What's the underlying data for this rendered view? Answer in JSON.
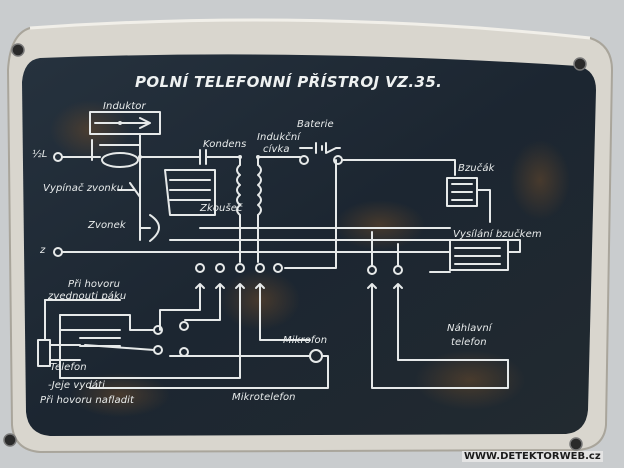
{
  "plate": {
    "title": "POLNÍ TELEFONNÍ PŘÍSTROJ VZ.35.",
    "labels": {
      "induktor": "Induktor",
      "kondens": "Kondens",
      "indukcni_civka_1": "Indukční",
      "indukcni_civka_2": "cívka",
      "baterie": "Baterie",
      "terminal_left": "½L",
      "vypinac_zvonku": "Vypínač zvonku",
      "zkousec": "Zkoušeč",
      "zvonek": "Zvonek",
      "bzucak": "Bzučák",
      "vysilani_bzuckem": "Vysílání bzučkem",
      "terminal_z": "z",
      "pri_hovoru_1": "Při hovoru",
      "pri_hovoru_2": "zvednouti páku",
      "mikrofon": "Mikrofon",
      "naglavni_1": "Náhlavní",
      "naglavni_2": "telefon",
      "telefon": "Telefon",
      "jeje_vydati": "-Jeje vydáti",
      "pri_hovoru_nafladit": "Při hovoru nafladit",
      "mikrotelefon": "Mikrotelefon"
    }
  },
  "watermark": "WWW.DETEKTORWEB.cz",
  "colors": {
    "background_wall": "#c9ccce",
    "plate_frame": "#d8d6cf",
    "plate_face": "#1f2a35",
    "ink": "#e9ecec"
  }
}
